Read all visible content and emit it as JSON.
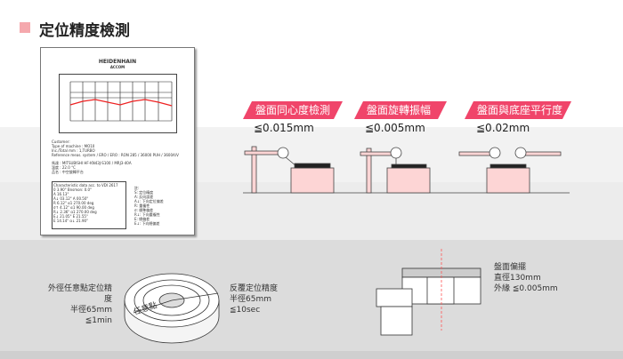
{
  "title": "定位精度檢測",
  "document": {
    "brand": "HEIDENHAIN",
    "sub": "ACCOM",
    "info": [
      "Customer:",
      "Type of machine : MO10",
      "Inc./Total mm : 1,TURBO",
      "Reference meas. system / ERO / ERO : RON 285 / 36000 PUH / 3600A/V",
      "馬達 : MITSUBISHI HF-KN43J-S100 / MRJ3-40A",
      "溫度 : 22.0 °C",
      "品名 : 中空旋轉平台"
    ],
    "table": [
      "Characteristic data acc. to VDI 2617",
      "0   3.90\"  Bnsmon:  0.0\"",
      "A   16.13\"",
      "A↓  03.12\"   A   00.50\"",
      "R   6.12\"   α1  270.00 deg",
      "σ↑  4.12\"   α1  90.00 deg",
      "R↓  2.36\"   α1  270.00 deg",
      "E↓  21.05\"  E   21.55\"",
      "E   14.14\"  α↓  21.90\""
    ],
    "notes": [
      "註:",
      "S: 定位精度",
      "A: 反向誤差",
      "A↓: 下向定位偏差",
      "R: 重複性",
      "σ: 標準偏差",
      "R↓: 下向重複性",
      "E: 總偏差",
      "E↓: 下向總偏差"
    ]
  },
  "specs": [
    {
      "label": "盤面同心度檢測",
      "value": "≦0.015mm"
    },
    {
      "label": "盤面旋轉振幅",
      "value": "≦0.005mm"
    },
    {
      "label": "盤面與底座平行度",
      "value": "≦0.02mm"
    }
  ],
  "disk": {
    "left": [
      "外徑任意點定位精度",
      "半徑65mm",
      "≦1min"
    ],
    "right": [
      "反覆定位精度",
      "半徑65mm",
      "≦10sec"
    ],
    "center": "任意點"
  },
  "runout": [
    "盤面偏擺",
    "直徑130mm",
    "外緣 ≦0.005mm"
  ],
  "colors": {
    "accent": "#f0456a",
    "pink": "#fdd5d5"
  }
}
